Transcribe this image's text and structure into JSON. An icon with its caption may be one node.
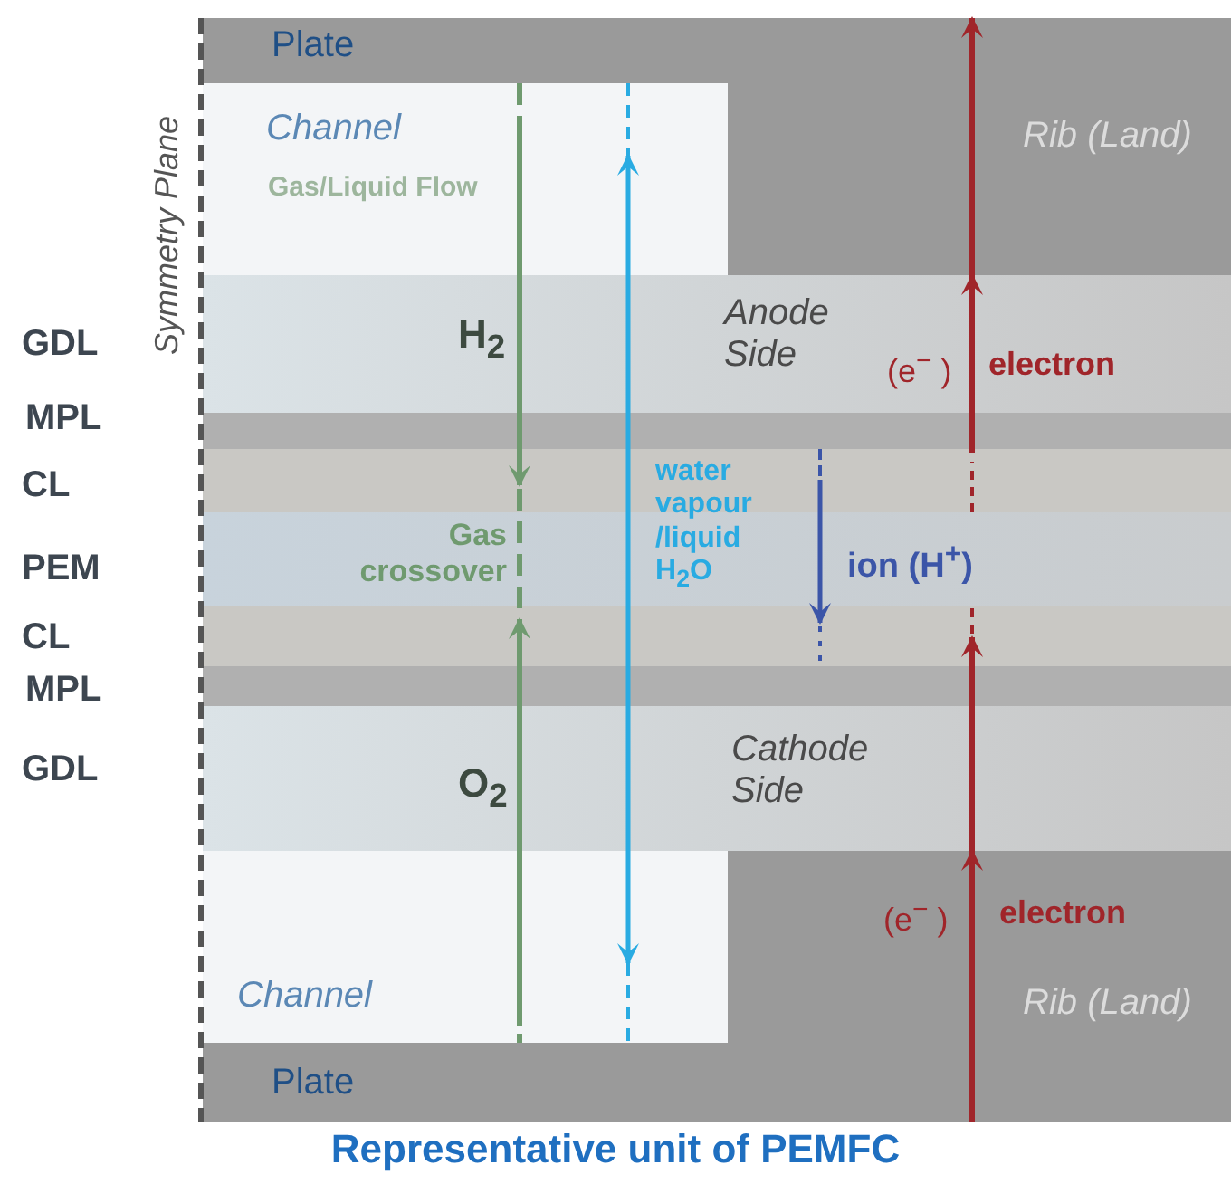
{
  "diagram": {
    "caption": "Representative unit of PEMFC",
    "labels": [
      "Plate",
      "Symmetry Plane",
      "Channel",
      "Rib (Land)",
      "Gas/Liquid Flow",
      "GDL",
      "H$_{2}$",
      "Anode Side",
      "(e$^{−}$ )",
      "electron",
      "MPL",
      "CL",
      "water vapour /liquid H$_{2}$O",
      "PEM",
      "Gas crossover",
      "ion (H$^{+}$)",
      "CL",
      "MPL",
      "GDL",
      "O$_{2}$",
      "Cathode Side",
      "(e$^{−}$ )",
      "electron",
      "Channel",
      "Rib (Land)",
      "Plate"
    ]
  }
}
